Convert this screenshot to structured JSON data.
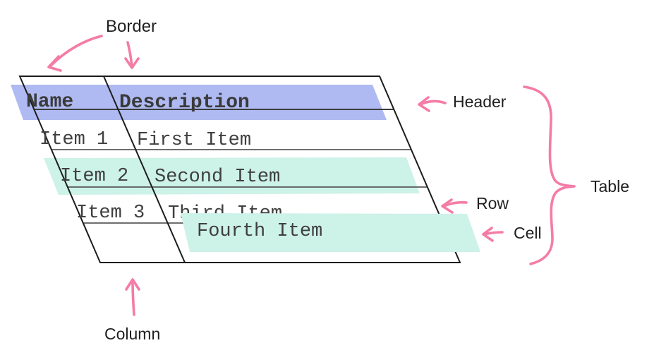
{
  "table": {
    "headers": [
      "Name",
      "Description"
    ],
    "rows": [
      [
        "Item 1",
        "First Item"
      ],
      [
        "Item 2",
        "Second Item"
      ],
      [
        "Item 3",
        "Third Item"
      ],
      [
        "",
        "Fourth Item"
      ]
    ]
  },
  "labels": {
    "border": "Border",
    "header": "Header",
    "table": "Table",
    "row": "Row",
    "cell": "Cell",
    "column": "Column"
  },
  "colors": {
    "pink": "#f47ca6",
    "header_fill": "#afbaf2",
    "highlight_fill": "#cdf2e8",
    "text": "#3f3f3f",
    "border": "#1c1c1c"
  }
}
